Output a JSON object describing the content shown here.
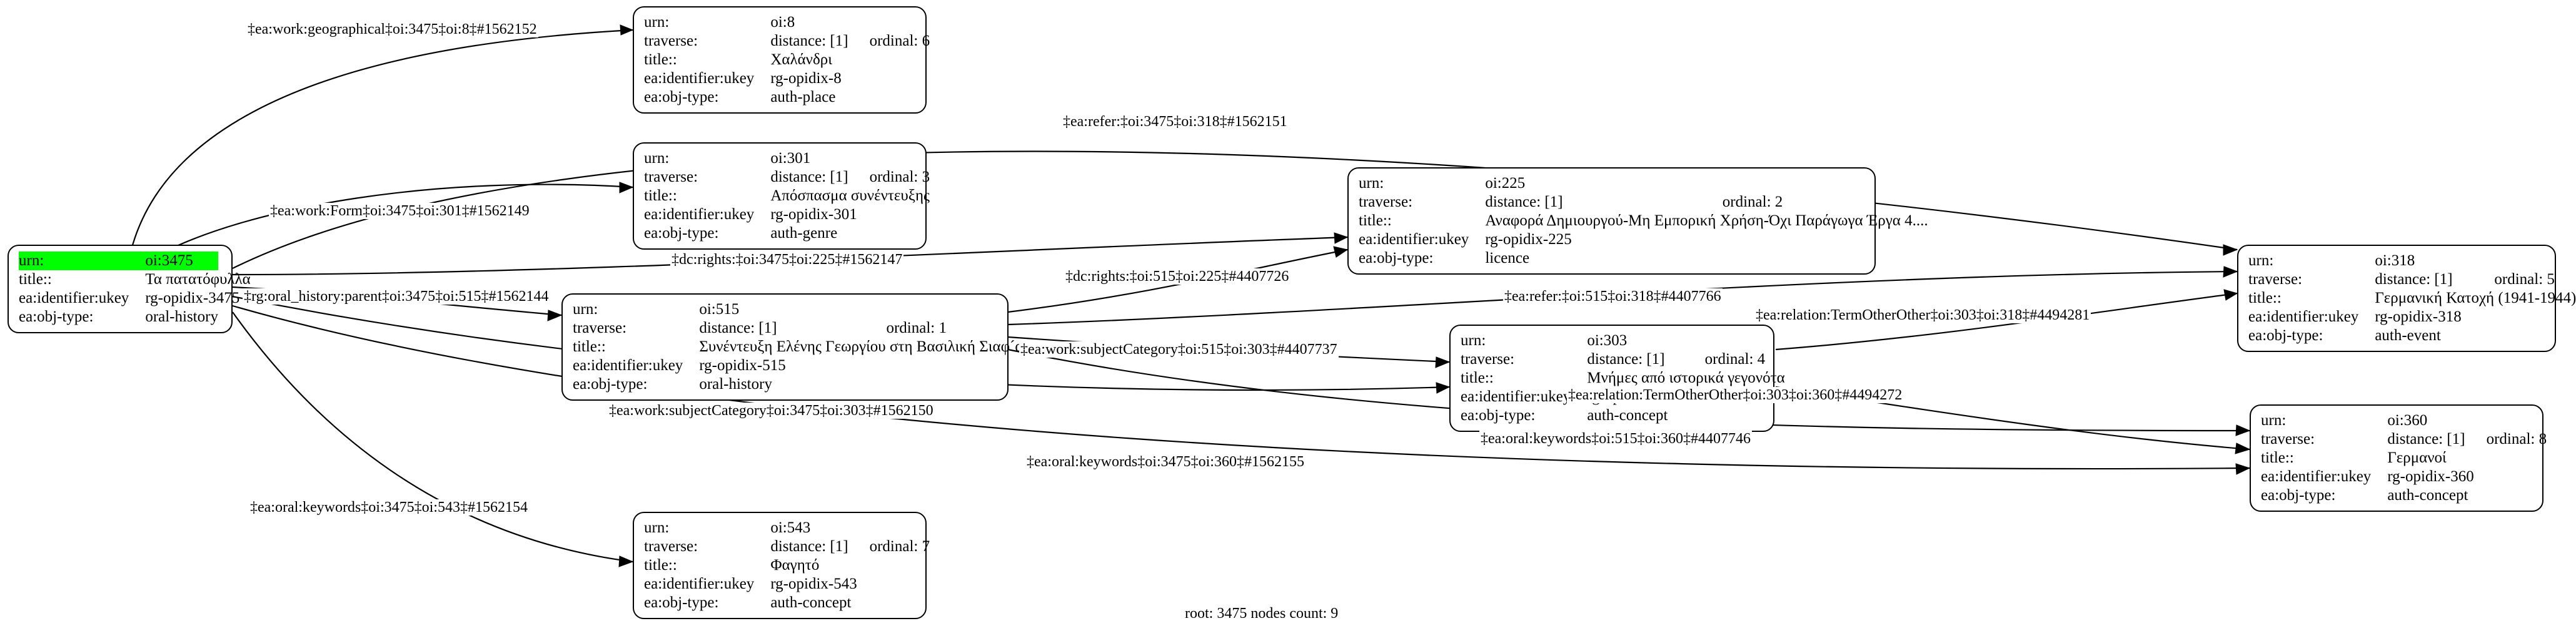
{
  "graph": {
    "footer": "root: 3475 nodes count: 9",
    "field_labels": {
      "urn": "urn:",
      "traverse": "traverse:",
      "title": "title::",
      "ukey": "ea:identifier:ukey",
      "objtype": "ea:obj-type:"
    },
    "highlight_color": "#00ff00",
    "nodes": [
      {
        "id": "root-3475",
        "urn": "oi:3475",
        "title": "Τα πατατόφυλλα",
        "ukey": "rg-opidix-3475",
        "objtype": "oral-history",
        "highlighted": true
      },
      {
        "id": "node-8",
        "urn": "oi:8",
        "distance": "distance: [1]",
        "ordinal": "ordinal: 6",
        "title": "Χαλάνδρι",
        "ukey": "rg-opidix-8",
        "objtype": "auth-place",
        "highlighted": false
      },
      {
        "id": "node-301",
        "urn": "oi:301",
        "distance": "distance: [1]",
        "ordinal": "ordinal: 3",
        "title": "Απόσπασμα συνέντευξης",
        "ukey": "rg-opidix-301",
        "objtype": "auth-genre",
        "highlighted": false
      },
      {
        "id": "node-225",
        "urn": "oi:225",
        "distance": "distance: [1]",
        "ordinal": "ordinal: 2",
        "title": "Αναφορά Δημιουργού-Μη Εμπορική Χρήση-Όχι Παράγωγα Έργα 4....",
        "ukey": "rg-opidix-225",
        "objtype": "licence",
        "highlighted": false
      },
      {
        "id": "node-515",
        "urn": "oi:515",
        "distance": "distance: [1]",
        "ordinal": "ordinal: 1",
        "title": "Συνέντευξη Ελένης Γεωργίου στη Βασιλική Σιαφ´ακα",
        "ukey": "rg-opidix-515",
        "objtype": "oral-history",
        "highlighted": false
      },
      {
        "id": "node-303",
        "urn": "oi:303",
        "distance": "distance: [1]",
        "ordinal": "ordinal: 4",
        "title": "Μνήμες από ιστορικά γεγονότα",
        "ukey": "rg-opidix-303",
        "objtype": "auth-concept",
        "highlighted": false
      },
      {
        "id": "node-318",
        "urn": "oi:318",
        "distance": "distance: [1]",
        "ordinal": "ordinal: 5",
        "title": "Γερμανική Κατοχή (1941-1944)",
        "ukey": "rg-opidix-318",
        "objtype": "auth-event",
        "highlighted": false
      },
      {
        "id": "node-360",
        "urn": "oi:360",
        "distance": "distance: [1]",
        "ordinal": "ordinal: 8",
        "title": "Γερμανοί",
        "ukey": "rg-opidix-360",
        "objtype": "auth-concept",
        "highlighted": false
      },
      {
        "id": "node-543",
        "urn": "oi:543",
        "distance": "distance: [1]",
        "ordinal": "ordinal: 7",
        "title": "Φαγητό",
        "ukey": "rg-opidix-543",
        "objtype": "auth-concept",
        "highlighted": false
      }
    ],
    "edges": [
      {
        "id": "e-geographical",
        "label": "‡ea:work:geographical‡oi:3475‡oi:8‡#1562152",
        "from": "oi:3475",
        "to": "oi:8"
      },
      {
        "id": "e-refer-3475-318",
        "label": "‡ea:refer:‡oi:3475‡oi:318‡#1562151",
        "from": "oi:3475",
        "to": "oi:318"
      },
      {
        "id": "e-work-form",
        "label": "‡ea:work:Form‡oi:3475‡oi:301‡#1562149",
        "from": "oi:3475",
        "to": "oi:301"
      },
      {
        "id": "e-rights-3475-225",
        "label": "‡dc:rights:‡oi:3475‡oi:225‡#1562147",
        "from": "oi:3475",
        "to": "oi:225"
      },
      {
        "id": "e-rights-515-225",
        "label": "‡dc:rights:‡oi:515‡oi:225‡#4407726",
        "from": "oi:515",
        "to": "oi:225"
      },
      {
        "id": "e-oral-history-parent",
        "label": "‡rg:oral_history:parent‡oi:3475‡oi:515‡#1562144",
        "from": "oi:3475",
        "to": "oi:515"
      },
      {
        "id": "e-refer-515-318",
        "label": "‡ea:refer:‡oi:515‡oi:318‡#4407766",
        "from": "oi:515",
        "to": "oi:318"
      },
      {
        "id": "e-relation-303-318",
        "label": "‡ea:relation:TermOtherOther‡oi:303‡oi:318‡#4494281",
        "from": "oi:303",
        "to": "oi:318"
      },
      {
        "id": "e-subjectcategory-515-303",
        "label": "‡ea:work:subjectCategory‡oi:515‡oi:303‡#4407737",
        "from": "oi:515",
        "to": "oi:303"
      },
      {
        "id": "e-relation-303-360",
        "label": "‡ea:relation:TermOtherOther‡oi:303‡oi:360‡#4494272",
        "from": "oi:303",
        "to": "oi:360"
      },
      {
        "id": "e-subjectcategory-3475-303",
        "label": "‡ea:work:subjectCategory‡oi:3475‡oi:303‡#1562150",
        "from": "oi:3475",
        "to": "oi:303"
      },
      {
        "id": "e-keywords-515-360",
        "label": "‡ea:oral:keywords‡oi:515‡oi:360‡#4407746",
        "from": "oi:515",
        "to": "oi:360"
      },
      {
        "id": "e-keywords-3475-360",
        "label": "‡ea:oral:keywords‡oi:3475‡oi:360‡#1562155",
        "from": "oi:3475",
        "to": "oi:360"
      },
      {
        "id": "e-keywords-3475-543",
        "label": "‡ea:oral:keywords‡oi:3475‡oi:543‡#1562154",
        "from": "oi:3475",
        "to": "oi:543"
      }
    ]
  }
}
